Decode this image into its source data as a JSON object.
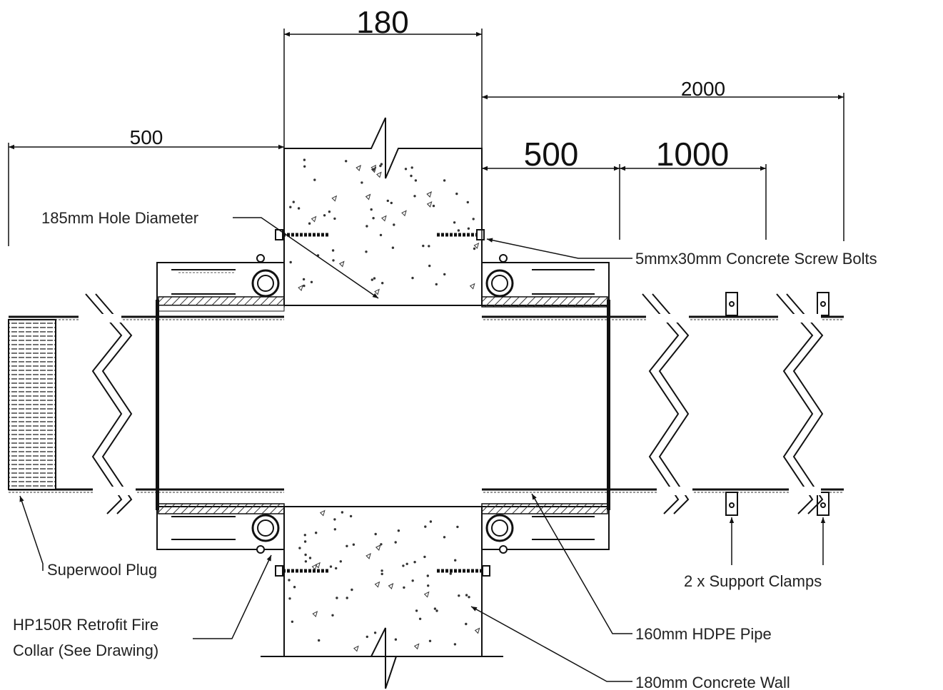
{
  "dimensions": {
    "wall_thickness": "180",
    "overall_right": "2000",
    "left_extent": "500",
    "right_first": "500",
    "right_second": "1000"
  },
  "labels": {
    "hole": "185mm Hole Diameter",
    "bolts": "5mmx30mm Concrete Screw Bolts",
    "plug": "Superwool Plug",
    "collar_line1": "HP150R Retrofit Fire",
    "collar_line2": "Collar (See Drawing)",
    "clamps": "2 x Support Clamps",
    "pipe": "160mm HDPE Pipe",
    "wall": "180mm Concrete Wall"
  }
}
